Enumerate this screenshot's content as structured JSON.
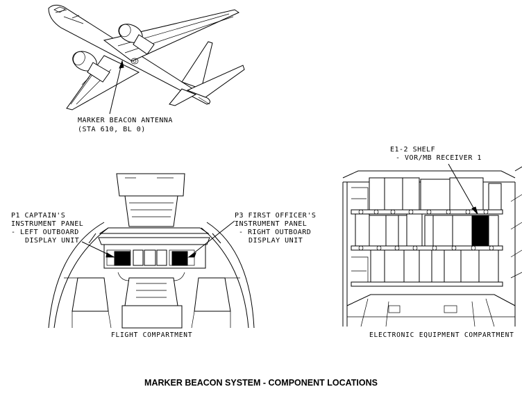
{
  "aircraft": {
    "antenna_label": "MARKER BEACON ANTENNA",
    "antenna_location": "(STA 610, BL 0)"
  },
  "flight_compartment": {
    "caption": "FLIGHT COMPARTMENT",
    "p1_label": [
      "P1 CAPTAIN'S",
      "INSTRUMENT PANEL",
      "- LEFT OUTBOARD",
      "DISPLAY UNIT"
    ],
    "p3_label": [
      "P3 FIRST OFFICER'S",
      "INSTRUMENT PANEL",
      "- RIGHT OUTBOARD",
      "DISPLAY UNIT"
    ]
  },
  "electronic_compartment": {
    "caption": "ELECTRONIC EQUIPMENT COMPARTMENT",
    "shelf_label": [
      "E1-2 SHELF",
      "- VOR/MB RECEIVER 1"
    ]
  },
  "title": "MARKER BEACON SYSTEM - COMPONENT LOCATIONS"
}
